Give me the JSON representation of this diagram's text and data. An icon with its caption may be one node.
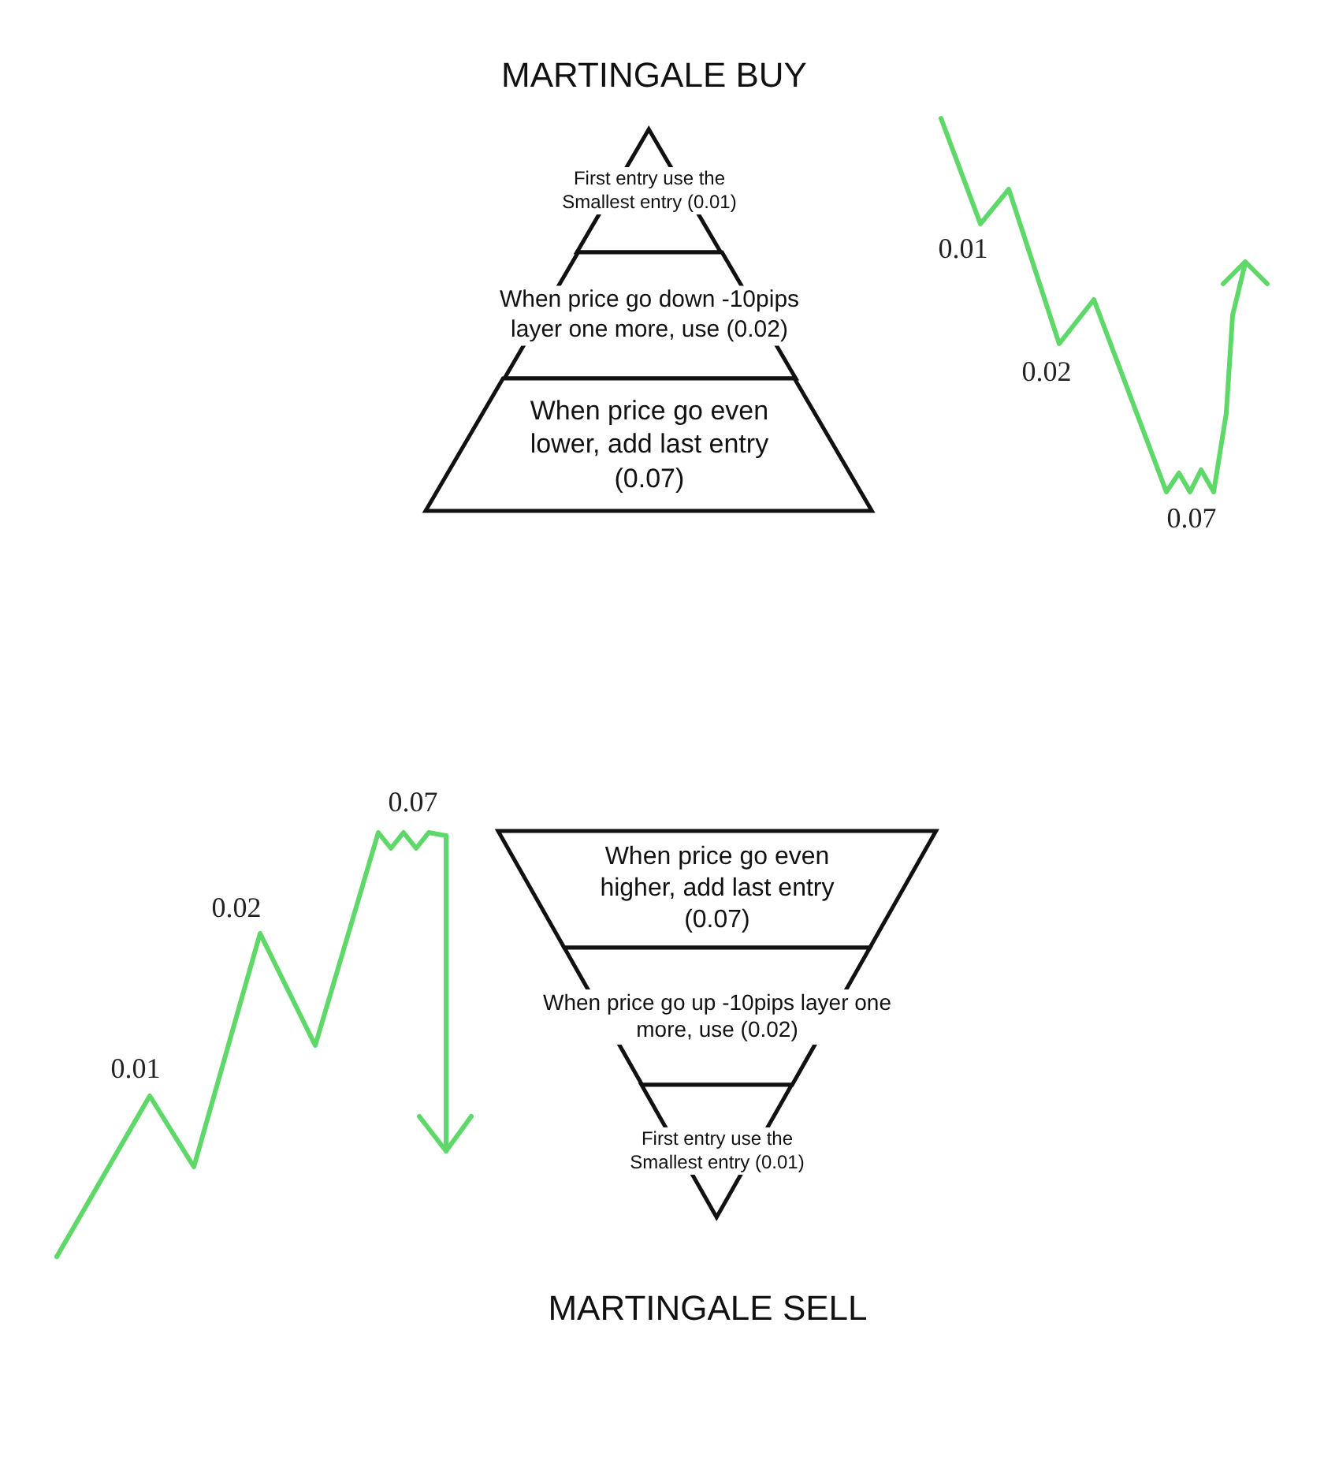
{
  "diagram": {
    "nodes": [
      {
        "text": [
          "First entry use the Smallest entry (0.01)"
        ]
      },
      {
        "text": [
          "When price go down -10pips layer one more, use (0.02)"
        ]
      },
      {
        "text": [
          "When price go even lower, add last entry (0.07)"
        ]
      },
      {
        "text": [
          "When price go even higher, add last entry (0.07)"
        ]
      },
      {
        "text": [
          "When price go up -10pips layer one more, use (0.02)"
        ]
      },
      {
        "text": [
          "First entry use the Smallest entry (0.01)"
        ]
      }
    ],
    "labels": [
      "MARTINGALE BUY",
      "0.01",
      "0.02",
      "0.07",
      "0.07",
      "0.02",
      "0.01",
      "MARTINGALE SELL"
    ]
  }
}
